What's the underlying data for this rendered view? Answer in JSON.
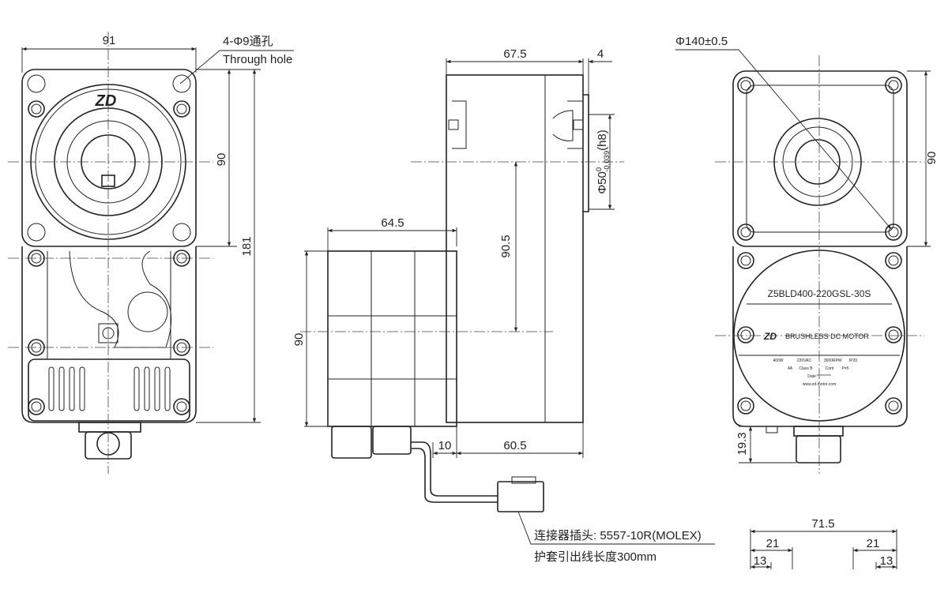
{
  "front_view": {
    "width_dim": "91",
    "flange_height_dim": "90",
    "total_height_dim": "181",
    "hole_note_cn": "4-Φ9通孔",
    "hole_note_en": "Through hole",
    "logo_text": "ZD"
  },
  "side_view": {
    "gearbox_length_dim": "67.5",
    "shaft_step_dim": "4",
    "pilot_diameter_dim": "Φ50",
    "pilot_tolerance_upper": "0",
    "pilot_tolerance_lower": "-0.039",
    "pilot_fit": "(h8)",
    "motor_length_dim": "64.5",
    "shaft_offset_dim": "90.5",
    "motor_height_dim": "90",
    "connector_offset_dim": "10",
    "gearbox_body_dim": "60.5",
    "connector_note": "连接器插头: 5557-10R(MOLEX)",
    "cable_note": "护套引出线长度300mm"
  },
  "rear_view": {
    "pcd_dim": "Φ140±0.5",
    "flange_height_dim": "90",
    "connector_height_dim": "19.3",
    "nameplate": {
      "model": "Z5BLD400-220GSL-30S",
      "logo": "ZD",
      "title": "BRUSHLESS  DC MOTOR",
      "row1": [
        "400W",
        "220VAC",
        "3000RPM",
        "IP20"
      ],
      "row2": [
        "4A",
        "Class B",
        "Cont",
        "P=5"
      ],
      "date": "Date:*********",
      "website": "www.zd-motor.com"
    }
  },
  "bottom_view": {
    "overall_dim": "71.5",
    "left_dim_outer": "21",
    "right_dim_outer": "21",
    "left_dim_inner": "13",
    "right_dim_inner": "13"
  }
}
